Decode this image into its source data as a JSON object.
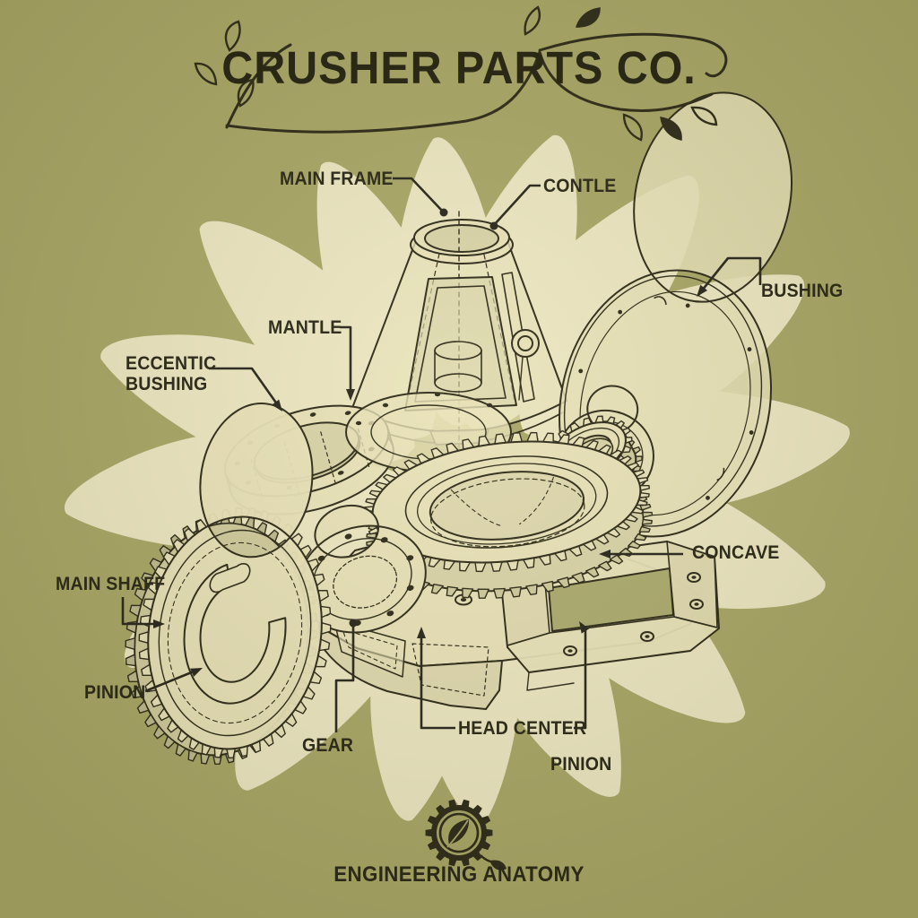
{
  "poster": {
    "brand": "CRUSHER PARTS CO.",
    "footer": "ENGINEERING ANATOMY",
    "labels": {
      "main_frame": "MAIN FRAME",
      "contle": "CONTLE",
      "bushing": "BUSHING",
      "mantle": "MANTLE",
      "eccentic_bushing": "ECCENTIC\nBUSHING",
      "main_shaff": "MAIN SHAFF",
      "pinion_left": "PINION",
      "gear": "GEAR",
      "head_center": "HEAD CENTER",
      "pinion_right": "PINION",
      "concave": "CONCAVE"
    },
    "icons": {
      "logo": "gear-leaf-logo-icon",
      "title_decoration": "vine-branch-icon"
    },
    "colors": {
      "background": "#a7a565",
      "petal": "#ece6c2",
      "ink": "#2b2917",
      "part_fill": "#e8e1b8",
      "part_shadow": "#cfc99c"
    }
  }
}
